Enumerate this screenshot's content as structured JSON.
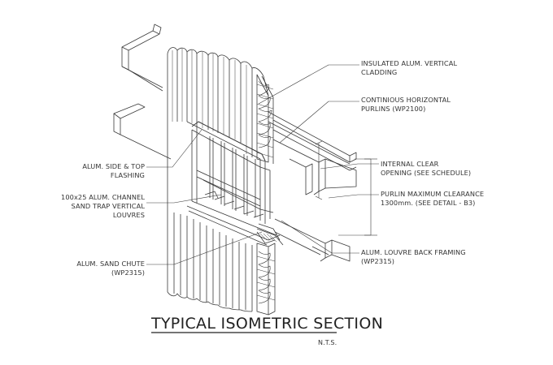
{
  "drawing": {
    "title": "TYPICAL ISOMETRIC SECTION",
    "scale_note": "N.T.S."
  },
  "labels": {
    "cladding": [
      "INSULATED ALUM. VERTICAL",
      "CLADDING"
    ],
    "purlins": [
      "CONTINIOUS HORIZONTAL",
      "PURLINS (WP2100)"
    ],
    "flashing": [
      "ALUM. SIDE & TOP",
      "FLASHING"
    ],
    "channel": [
      "100x25 ALUM. CHANNEL",
      "SAND TRAP VERTICAL",
      "LOUVRES"
    ],
    "clear_opening": [
      "INTERNAL CLEAR",
      "OPENING (SEE SCHEDULE)"
    ],
    "purlin_clearance": [
      "PURLIN MAXIMUM CLEARANCE",
      "1300mm. (SEE DETAIL - B3)"
    ],
    "back_framing": [
      "ALUM. LOUVRE BACK FRAMING",
      "(WP2315)"
    ],
    "sand_chute": [
      "ALUM. SAND CHUTE",
      "(WP2315)"
    ]
  }
}
